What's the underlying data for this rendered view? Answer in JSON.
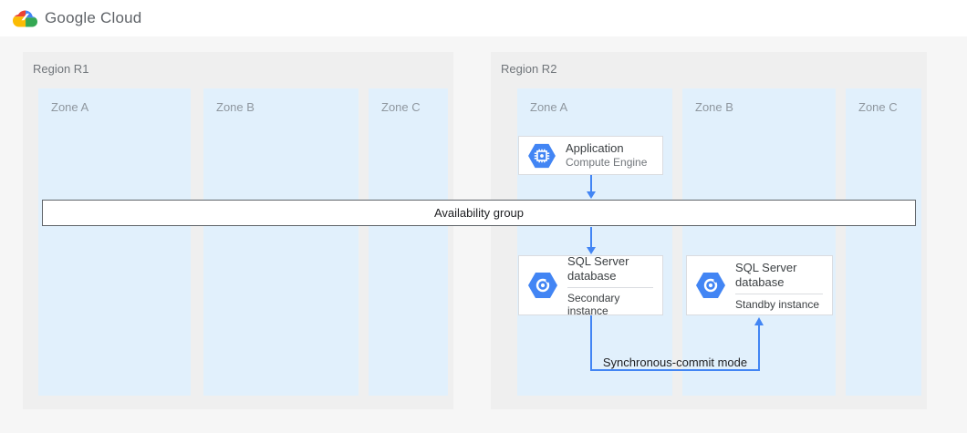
{
  "header": {
    "brand": "Google",
    "product": "Cloud",
    "logo_icon": "google-cloud-logo-icon"
  },
  "regions": [
    {
      "label": "Region R1",
      "zones": [
        {
          "label": "Zone A"
        },
        {
          "label": "Zone B"
        },
        {
          "label": "Zone C"
        }
      ]
    },
    {
      "label": "Region R2",
      "zones": [
        {
          "label": "Zone A"
        },
        {
          "label": "Zone B"
        },
        {
          "label": "Zone C"
        }
      ]
    }
  ],
  "availability_group": {
    "label": "Availability group"
  },
  "nodes": {
    "application": {
      "title": "Application",
      "subtitle": "Compute Engine",
      "icon": "compute-engine-icon"
    },
    "sql_secondary": {
      "title": "SQL Server database",
      "instance_label": "Secondary instance",
      "icon": "sql-server-database-icon"
    },
    "sql_standby": {
      "title": "SQL Server database",
      "instance_label": "Standby instance",
      "icon": "sql-server-database-icon"
    }
  },
  "connections": {
    "sync_commit_label": "Synchronous-commit mode"
  },
  "colors": {
    "accent_blue": "#4285f4",
    "zone_bg": "#e1f0fc",
    "region_bg": "#efefef",
    "canvas_bg": "#f6f6f6",
    "band_border": "#5f6368",
    "card_border": "#dadce0",
    "logo_red": "#ea4335",
    "logo_yellow": "#fbbc04",
    "logo_green": "#34a853",
    "logo_blue": "#4285f4"
  }
}
